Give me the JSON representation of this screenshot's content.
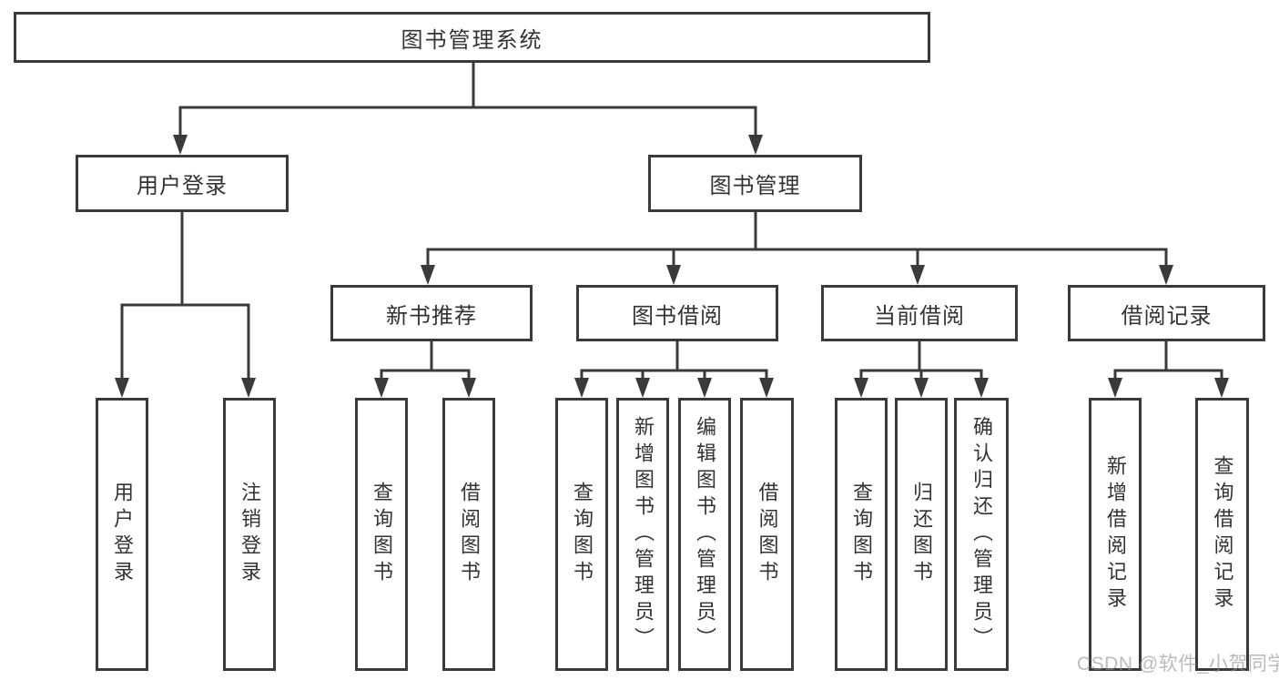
{
  "diagram": {
    "root": "图书管理系统",
    "level2": [
      "用户登录",
      "图书管理"
    ],
    "level3": [
      "新书推荐",
      "图书借阅",
      "当前借阅",
      "借阅记录"
    ],
    "leaf_groups": [
      {
        "parent": "用户登录",
        "items": [
          "用户登录",
          "注销登录"
        ]
      },
      {
        "parent": "新书推荐",
        "items": [
          "查询图书",
          "借阅图书"
        ]
      },
      {
        "parent": "图书借阅",
        "items": [
          "查询图书",
          "新增图书（管理员）",
          "编辑图书（管理员）",
          "借阅图书"
        ]
      },
      {
        "parent": "当前借阅",
        "items": [
          "查询图书",
          "归还图书",
          "确认归还（管理员）"
        ]
      },
      {
        "parent": "借阅记录",
        "items": [
          "新增借阅记录",
          "查询借阅记录"
        ]
      }
    ]
  },
  "watermark": "CSDN @软件_小贺同学",
  "colors": {
    "line": "#3a3a3a",
    "text": "#333333",
    "watermark": "#919191"
  }
}
